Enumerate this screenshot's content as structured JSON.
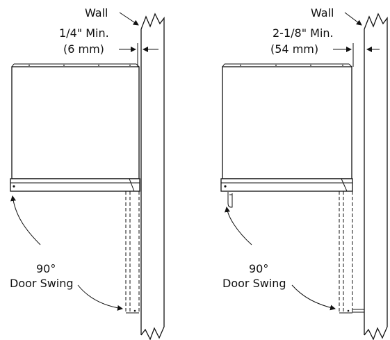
{
  "diagrams": [
    {
      "wall_label": "Wall",
      "clearance_line1": "1/4\" Min.",
      "clearance_line2": "(6 mm)",
      "swing_angle": "90°",
      "swing_label": "Door Swing"
    },
    {
      "wall_label": "Wall",
      "clearance_line1": "2-1/8\" Min.",
      "clearance_line2": "(54 mm)",
      "swing_angle": "90°",
      "swing_label": "Door Swing"
    }
  ]
}
